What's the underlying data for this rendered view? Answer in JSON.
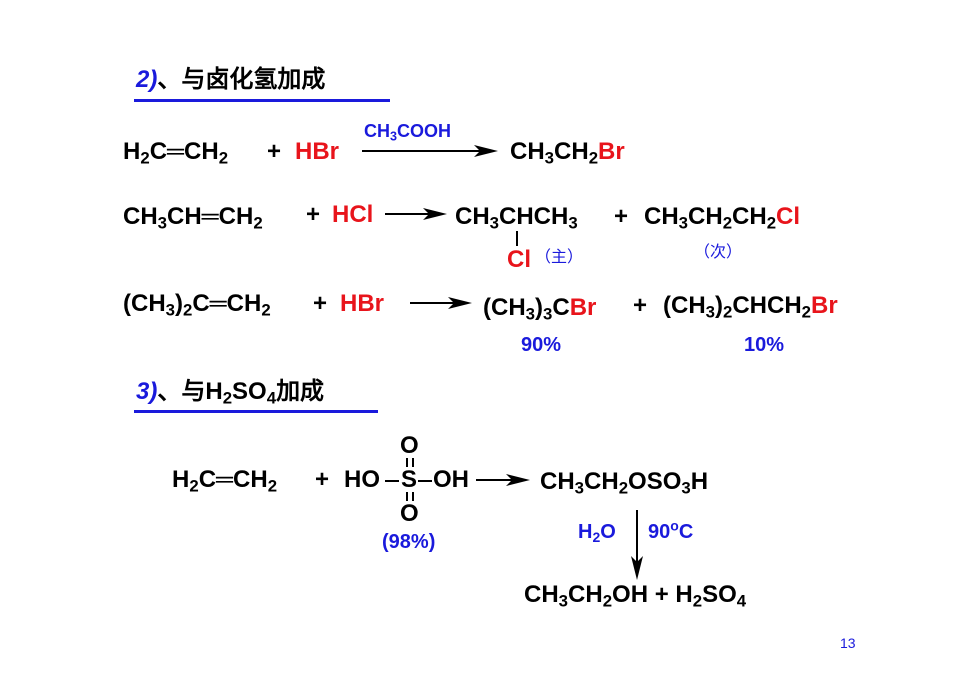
{
  "headings": {
    "h2_num": "2)",
    "h2_text": "、与卤化氢加成",
    "h3_num": "3)",
    "h3_pre": "、与H",
    "h3_sub1": "2",
    "h3_mid": "SO",
    "h3_sub2": "4",
    "h3_post": "加成"
  },
  "r1": {
    "reactant": {
      "a": "H",
      "s1": "2",
      "b": "C═CH",
      "s2": "2"
    },
    "plus": "+",
    "reagent": "HBr",
    "condition": {
      "a": "CH",
      "s1": "3",
      "b": "COOH"
    },
    "product": {
      "a": "CH",
      "s1": "3",
      "b": "CH",
      "s2": "2",
      "red": "Br"
    }
  },
  "r2": {
    "reactant": {
      "a": "CH",
      "s1": "3",
      "b": "CH═CH",
      "s2": "2"
    },
    "plus": "+",
    "reagent": "HCl",
    "product_main": {
      "a": "CH",
      "s1": "3",
      "b": "CHCH",
      "s2": "3"
    },
    "product_main_sub": "Cl",
    "main_label": "（主）",
    "plus2": "+",
    "product_minor": {
      "a": "CH",
      "s1": "3",
      "b": "CH",
      "s2": "2",
      "c": "CH",
      "s3": "2",
      "red": "Cl"
    },
    "minor_label": "（次）"
  },
  "r3": {
    "reactant": {
      "a": "(CH",
      "s1": "3",
      "b": ")",
      "s2": "2",
      "c": "C═CH",
      "s3": "2"
    },
    "plus": "+",
    "reagent": "HBr",
    "product_main": {
      "a": "(CH",
      "s1": "3",
      "b": ")",
      "s2": "3",
      "c": "C",
      "red": "Br"
    },
    "main_pct": "90%",
    "plus2": "+",
    "product_minor": {
      "a": "(CH",
      "s1": "3",
      "b": ")",
      "s2": "2",
      "c": "CHCH",
      "s3": "2",
      "red": "Br"
    },
    "minor_pct": "10%"
  },
  "r4": {
    "reactant": {
      "a": "H",
      "s1": "2",
      "b": "C═CH",
      "s2": "2"
    },
    "plus": "+",
    "acid_left": "HO",
    "acid_s": "S",
    "acid_right": "OH",
    "acid_o_top": "O",
    "acid_o_bottom": "O",
    "acid_conc": "(98%)",
    "product": {
      "a": "CH",
      "s1": "3",
      "b": "CH",
      "s2": "2",
      "c": "OSO",
      "s3": "3",
      "d": "H"
    },
    "cond_water": {
      "a": "H",
      "s1": "2",
      "b": "O"
    },
    "cond_temp": {
      "a": "90",
      "sup": "o",
      "b": "C"
    },
    "final": {
      "a": "CH",
      "s1": "3",
      "b": "CH",
      "s2": "2",
      "c": "OH + H",
      "s3": "2",
      "d": "SO",
      "s4": "4"
    }
  },
  "page_number": "13",
  "colors": {
    "accent_blue": "#1a1adc",
    "reagent_red": "#e8141b",
    "text": "#000000"
  }
}
